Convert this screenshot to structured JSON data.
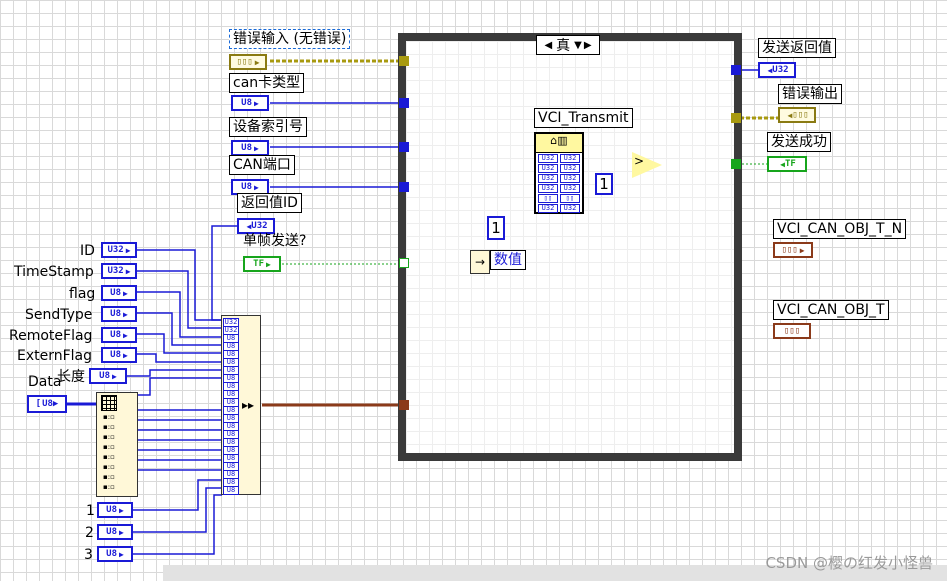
{
  "case_selector": {
    "value": "真"
  },
  "controls": {
    "error_in": {
      "label": "错误输入 (无错误)"
    },
    "can_type": {
      "label": "can卡类型",
      "type": "U8"
    },
    "device_index": {
      "label": "设备索引号",
      "type": "U8"
    },
    "can_port": {
      "label": "CAN端口",
      "type": "U8"
    },
    "return_id": {
      "label": "返回值ID",
      "type": "U32"
    },
    "single_send": {
      "label": "单帧发送?",
      "type": "TF"
    }
  },
  "cluster_inputs": [
    {
      "label": "ID",
      "type": "U32"
    },
    {
      "label": "TimeStamp",
      "type": "U32"
    },
    {
      "label": "flag",
      "type": "U8"
    },
    {
      "label": "SendType",
      "type": "U8"
    },
    {
      "label": "RemoteFlag",
      "type": "U8"
    },
    {
      "label": "ExternFlag",
      "type": "U8"
    },
    {
      "label": "长度",
      "type": "U8"
    },
    {
      "label": "Data",
      "type": "U8"
    },
    {
      "label": "1",
      "type": "U8"
    },
    {
      "label": "2",
      "type": "U8"
    },
    {
      "label": "3",
      "type": "U8"
    }
  ],
  "subvi": {
    "label": "VCI_Transmit"
  },
  "constants": {
    "one_a": "1",
    "one_b": "1"
  },
  "indicators": {
    "send_return": {
      "label": "发送返回值",
      "type": "U32"
    },
    "error_out": {
      "label": "错误输出"
    },
    "send_success": {
      "label": "发送成功",
      "type": "TF"
    },
    "value_probe": {
      "label": "数值"
    },
    "obj_n": {
      "label": "VCI_CAN_OBJ_T_N"
    },
    "obj": {
      "label": "VCI_CAN_OBJ_T"
    }
  },
  "bundle_types": [
    "U32",
    "U32",
    "U8",
    "U8",
    "U8",
    "U8",
    "U8",
    "U8",
    "U8",
    "U8",
    "U8",
    "U8",
    "U8",
    "U8",
    "U8",
    "U8",
    "U8",
    "U8",
    "U8",
    "U8",
    "U8",
    "U8"
  ],
  "watermark": "CSDN @樱の红发小怪兽",
  "colors": {
    "int_wire": "#1a1ad6",
    "bool_wire": "#17a51c",
    "error_wire": "#a89a10",
    "cluster_wire": "#8b3a1a"
  }
}
